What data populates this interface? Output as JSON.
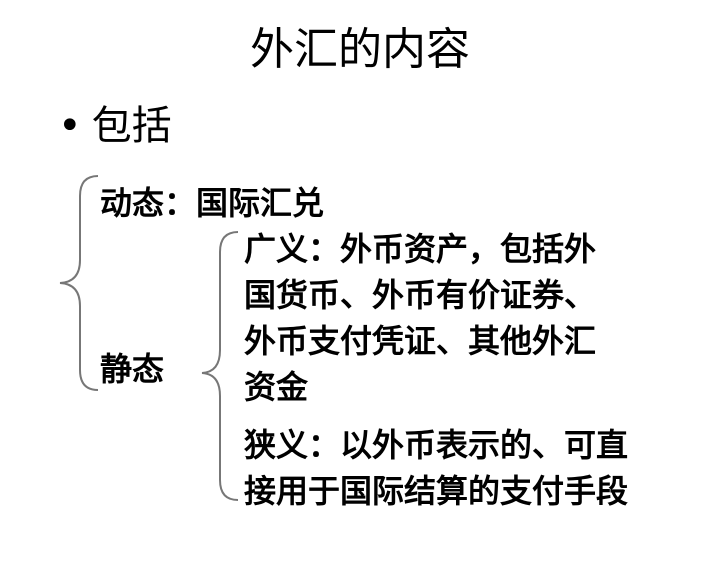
{
  "title": "外汇的内容",
  "bullet": {
    "marker": "•",
    "text": "包括"
  },
  "dynamic": {
    "label": "动态：",
    "value": "国际汇兑"
  },
  "static": {
    "label": "静态",
    "broad": {
      "lines": [
        "广义：外币资产，包括外",
        "国货币、外币有价证券、",
        "外币支付凭证、其他外汇",
        "资金"
      ]
    },
    "narrow": {
      "lines": [
        "狭义：以外币表示的、可直",
        "接用于国际结算的支付手段"
      ]
    }
  }
}
